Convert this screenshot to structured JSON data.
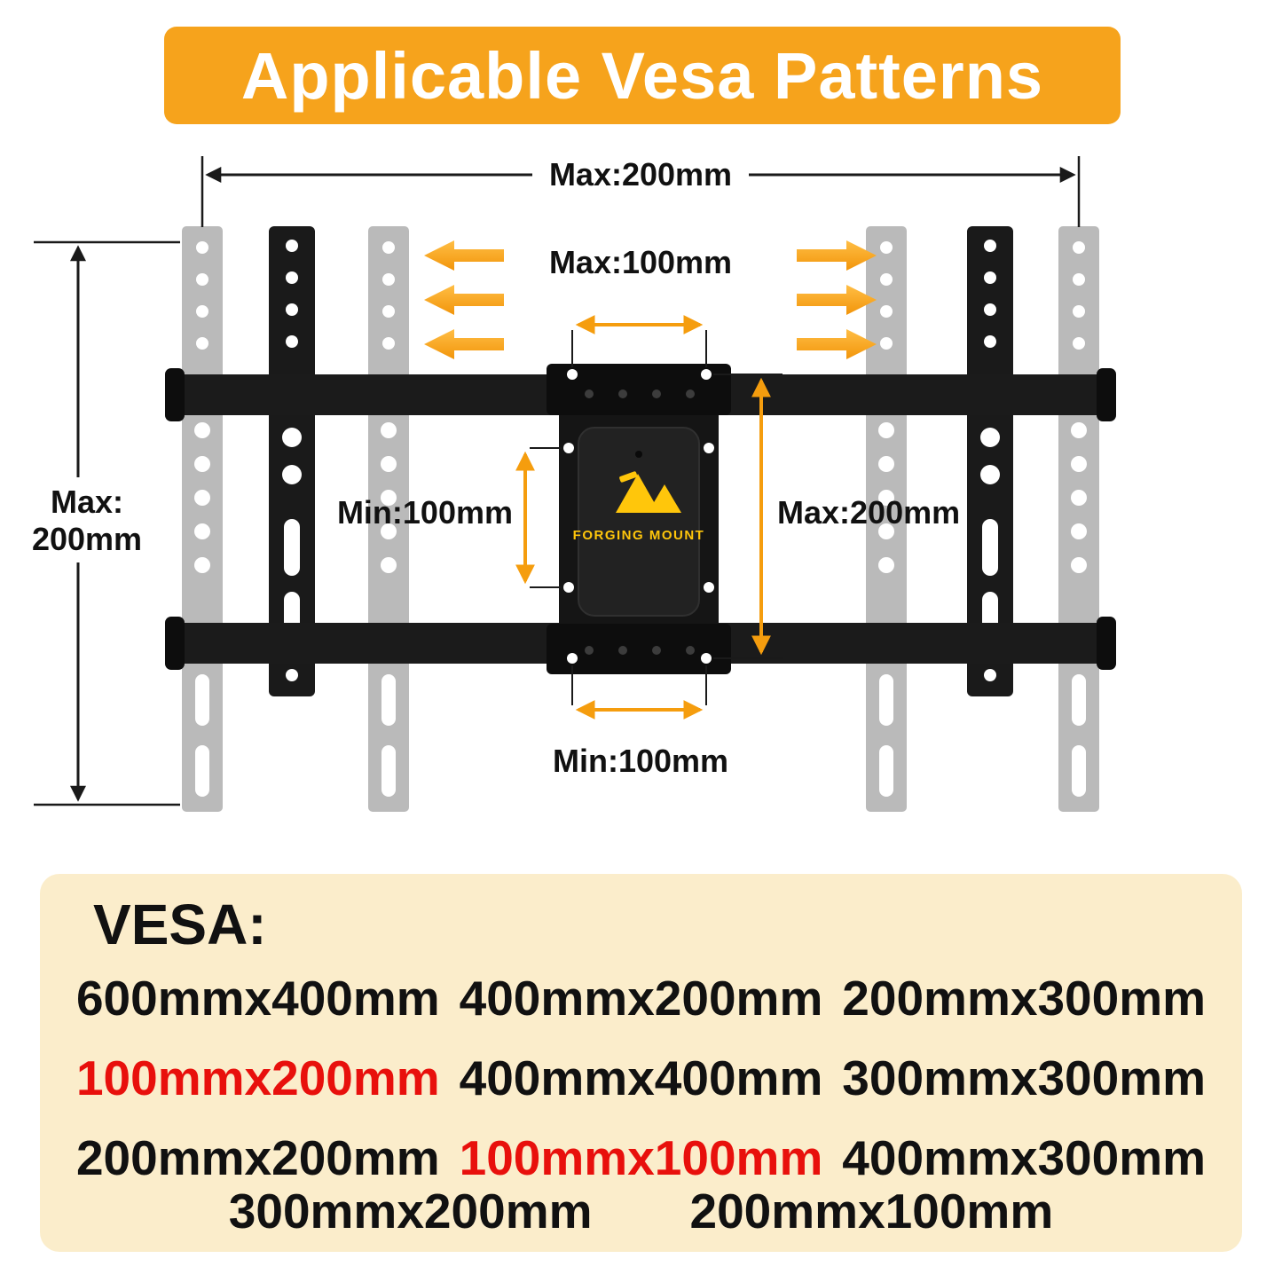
{
  "colors": {
    "banner_bg": "#F6A31C",
    "banner_text": "#FFFFFF",
    "dimension_orange": "#F59D0E",
    "panel_bg": "#FBEDCB",
    "highlight_red": "#E8100C",
    "text_black": "#111111",
    "logo_yellow": "#FFC60B"
  },
  "header": {
    "title": "Applicable Vesa Patterns"
  },
  "diagram": {
    "labels": {
      "top_width": "Max:200mm",
      "left_height_line1": "Max:",
      "left_height_line2": "200mm",
      "top_center": "Max:100mm",
      "mid_left": "Min:100mm",
      "mid_right": "Max:200mm",
      "bottom_center": "Min:100mm"
    },
    "logo": {
      "brand": "FORGING MOUNT"
    }
  },
  "vesa": {
    "heading": "VESA:",
    "items": [
      {
        "text": "600mmx400mm",
        "color": "#111111"
      },
      {
        "text": "400mmx200mm",
        "color": "#111111"
      },
      {
        "text": "200mmx300mm",
        "color": "#111111"
      },
      {
        "text": "100mmx200mm",
        "color": "#E8100C"
      },
      {
        "text": "400mmx400mm",
        "color": "#111111"
      },
      {
        "text": "300mmx300mm",
        "color": "#111111"
      },
      {
        "text": "200mmx200mm",
        "color": "#111111"
      },
      {
        "text": "100mmx100mm",
        "color": "#E8100C"
      },
      {
        "text": "400mmx300mm",
        "color": "#111111"
      },
      {
        "text": "300mmx200mm",
        "color": "#111111"
      },
      {
        "text": "200mmx100mm",
        "color": "#111111"
      }
    ]
  }
}
